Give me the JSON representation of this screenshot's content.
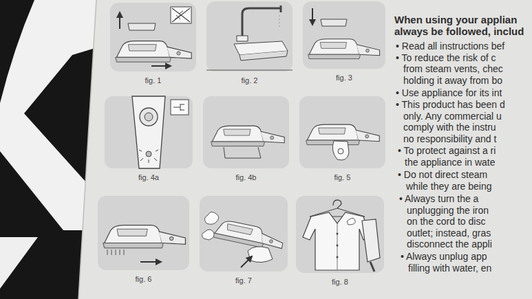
{
  "diagram": {
    "nodes": [
      {
        "text": [
          "fig. 1"
        ]
      },
      {
        "text": [
          "fig. 2"
        ]
      },
      {
        "text": [
          "fig. 3"
        ]
      },
      {
        "text": [
          "fig. 4a"
        ]
      },
      {
        "text": [
          "fig. 4b"
        ]
      },
      {
        "text": [
          "fig. 5"
        ]
      },
      {
        "text": [
          "fig. 6"
        ]
      },
      {
        "text": [
          "fig. 7"
        ]
      },
      {
        "text": [
          "fig. 8"
        ]
      }
    ],
    "labels": [
      "When using your applian",
      "always be followed, includ",
      "• Read all instructions bef",
      "• To reduce the risk of c",
      "from steam vents, chec",
      "holding it away from bo",
      "• Use appliance for its int",
      "• This product has been d",
      "only. Any commercial u",
      "comply with the instru",
      "no responsibility and t",
      "• To protect against a ri",
      "the appliance in wate",
      "• Do not direct steam",
      "while they are being",
      "• Always turn the a",
      "unplugging the iron",
      "on the cord to disc",
      "outlet; instead, gras",
      "disconnect the appli",
      "• Always unplug app",
      "filling with water, en"
    ]
  }
}
